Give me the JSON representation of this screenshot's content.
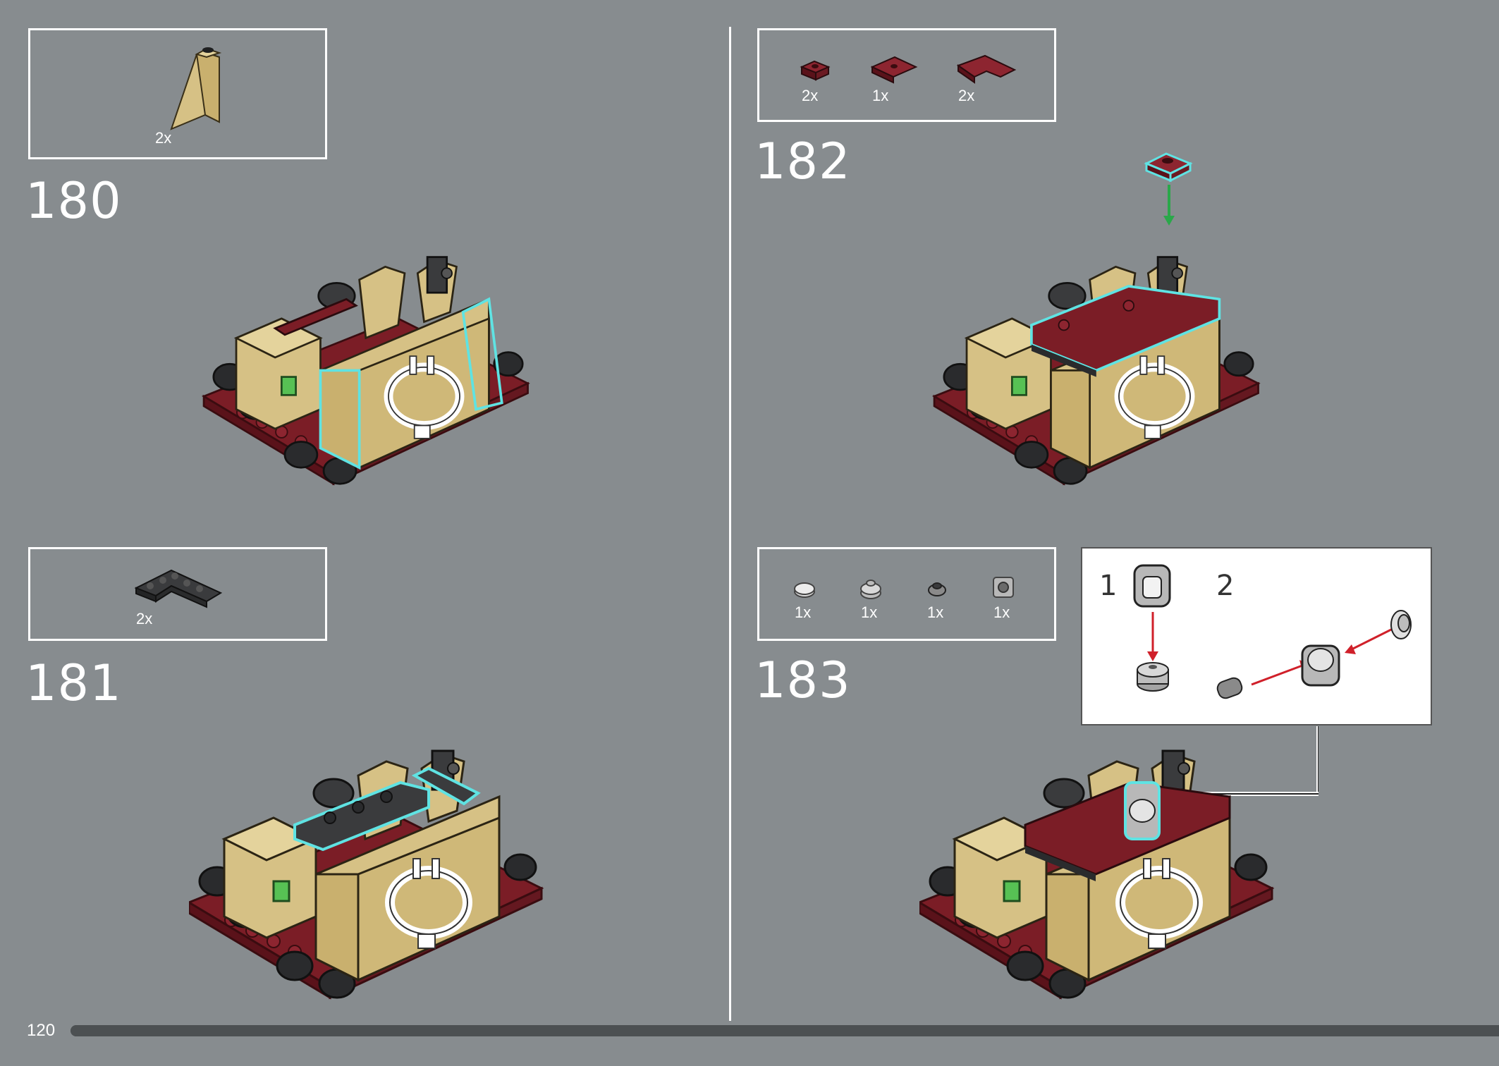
{
  "page": {
    "number": "120",
    "progress_percent": 100
  },
  "steps": [
    {
      "number": "180",
      "parts": [
        {
          "part": "tan-slope-brick",
          "qty": "2x"
        }
      ]
    },
    {
      "number": "181",
      "parts": [
        {
          "part": "dark-gray-l-plate",
          "qty": "2x"
        }
      ]
    },
    {
      "number": "182",
      "parts": [
        {
          "part": "dark-red-plate-1x1",
          "qty": "2x"
        },
        {
          "part": "dark-red-plate-1x2",
          "qty": "1x"
        },
        {
          "part": "dark-red-corner-plate",
          "qty": "2x"
        }
      ]
    },
    {
      "number": "183",
      "parts": [
        {
          "part": "light-gray-round-tile",
          "qty": "1x"
        },
        {
          "part": "light-gray-round-plate",
          "qty": "1x"
        },
        {
          "part": "dark-gray-clip",
          "qty": "1x"
        },
        {
          "part": "light-gray-bracket-round",
          "qty": "1x"
        }
      ],
      "callout": {
        "sub_steps": [
          "1",
          "2"
        ]
      }
    }
  ],
  "colors": {
    "background": "#878c8f",
    "tan": "#d6c185",
    "dark_red": "#7b1d26",
    "dark_gray": "#3a3b3d",
    "highlight": "#5fe3e3",
    "arrow_green": "#2aa84a",
    "arrow_red": "#d0202a"
  }
}
